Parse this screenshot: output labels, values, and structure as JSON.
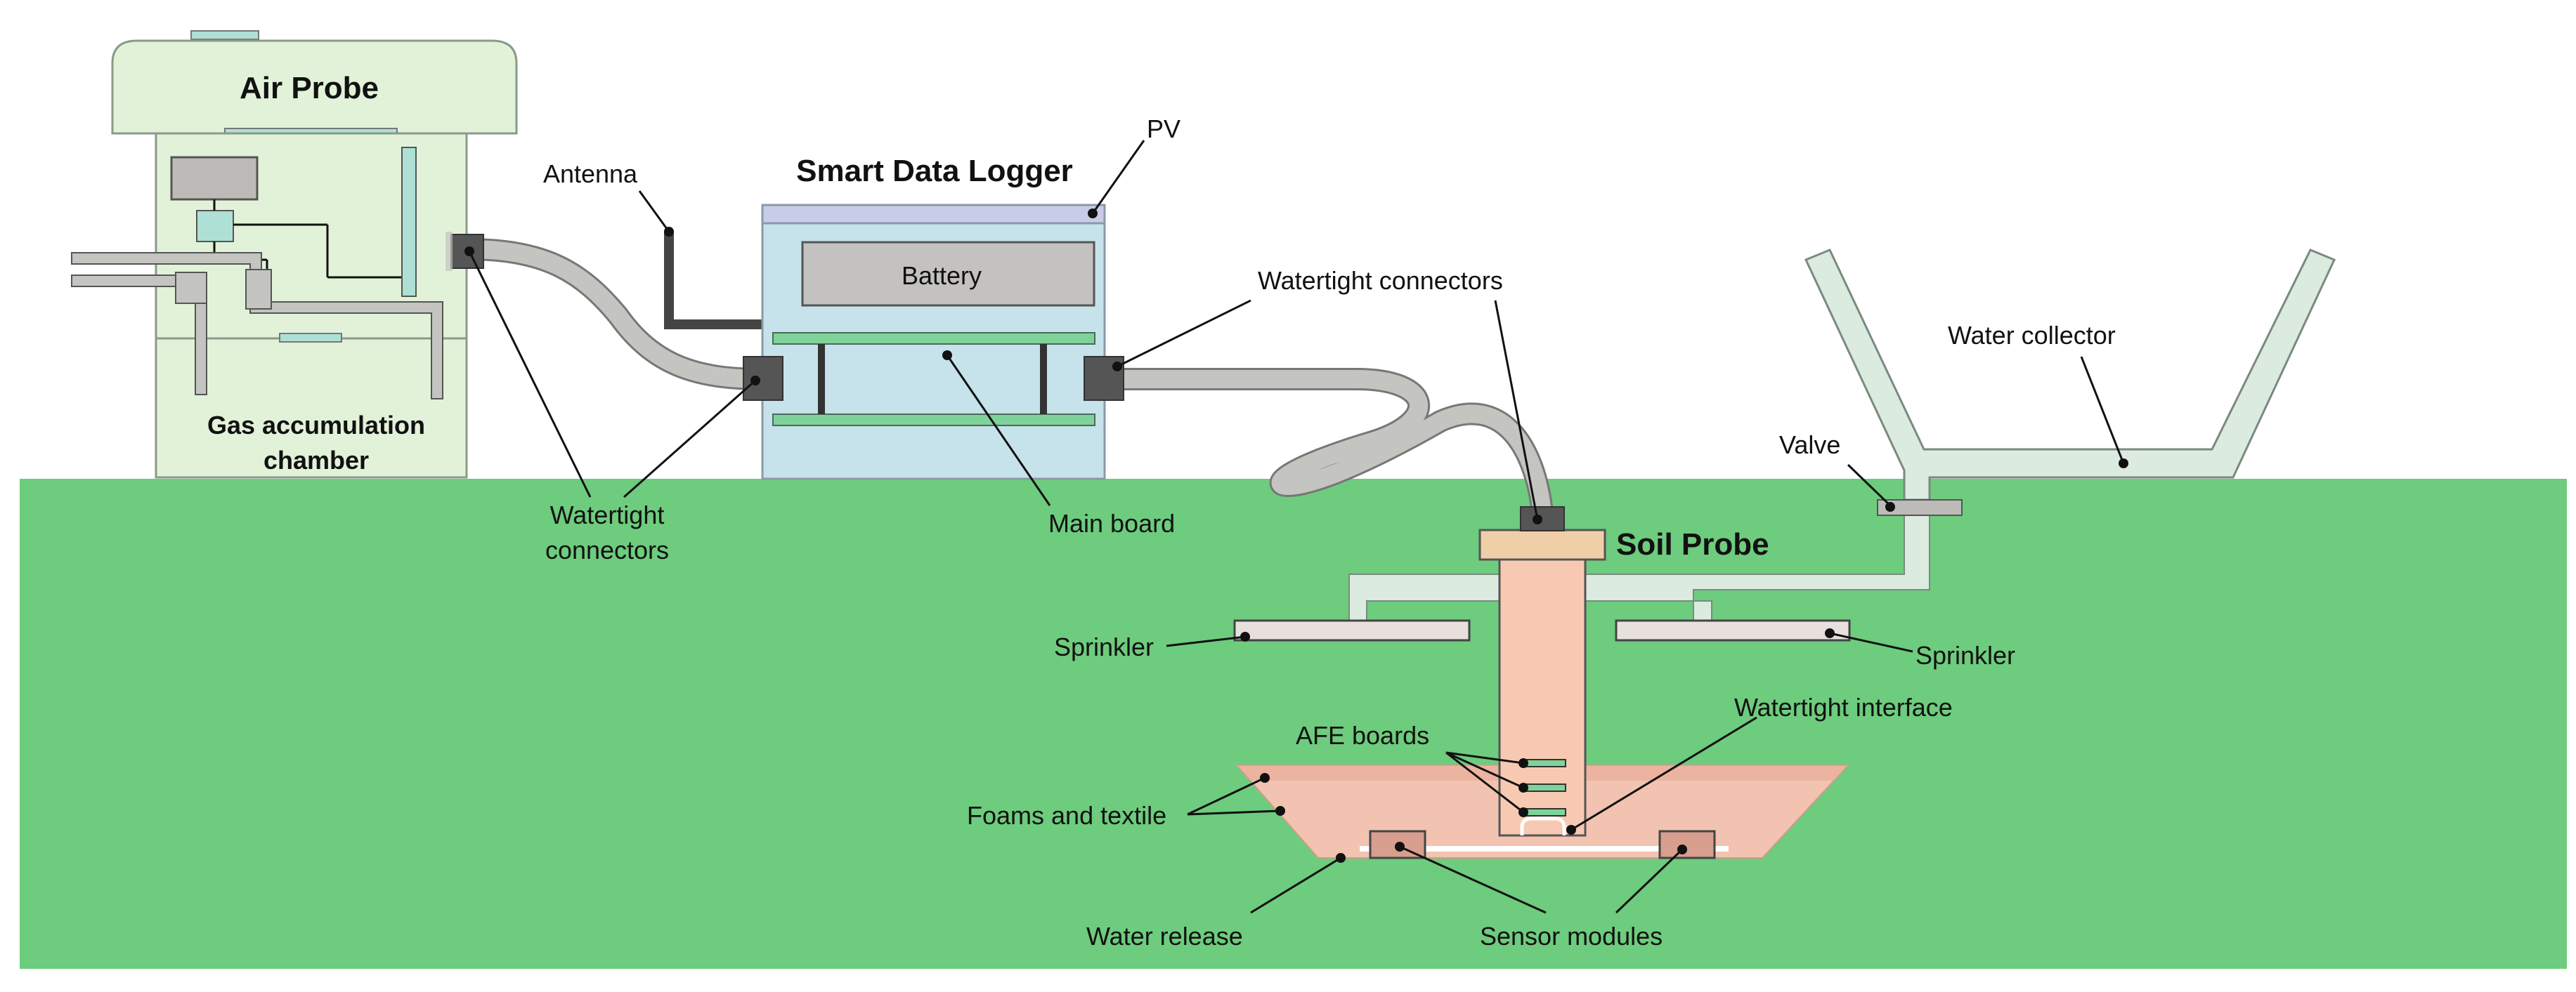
{
  "titles": {
    "air_probe": "Air Probe",
    "smart_data_logger": "Smart Data Logger",
    "soil_probe": "Soil Probe",
    "gas_chamber_line1": "Gas accumulation",
    "gas_chamber_line2": "chamber"
  },
  "labels": {
    "antenna": "Antenna",
    "pv": "PV",
    "battery": "Battery",
    "watertight_connectors_left_line1": "Watertight",
    "watertight_connectors_left_line2": "connectors",
    "watertight_connectors_right": "Watertight connectors",
    "main_board": "Main board",
    "water_collector": "Water collector",
    "valve": "Valve",
    "sprinkler_left": "Sprinkler",
    "sprinkler_right": "Sprinkler",
    "afe_boards": "AFE boards",
    "watertight_interface": "Watertight interface",
    "foams_and_textile": "Foams and textile",
    "water_release": "Water release",
    "sensor_modules": "Sensor modules"
  },
  "colors": {
    "ground": "#6dcc7d",
    "air_probe_body": "#e2f2d8",
    "logger_body": "#c6e2ea",
    "soil_probe_body": "#f8c9b2",
    "foam": "#f2c3b0",
    "cable": "#c4c4c0",
    "board_green": "#7fd39a",
    "pipe": "#dcebe0"
  }
}
